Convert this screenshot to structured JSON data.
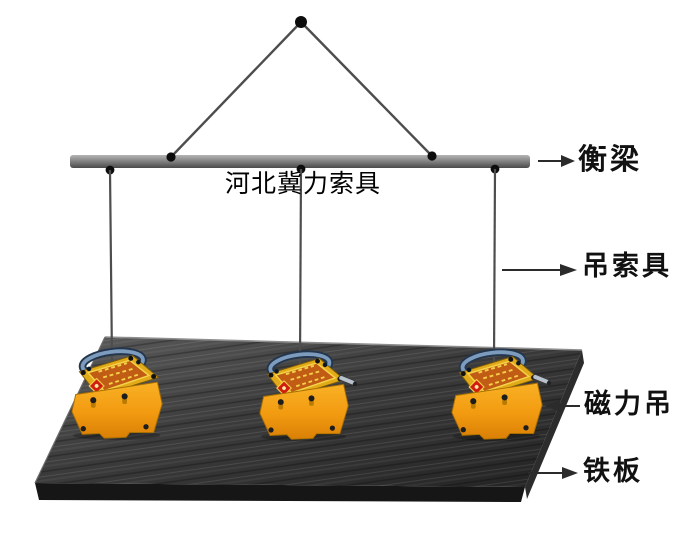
{
  "watermark": {
    "text": "河北冀力索具"
  },
  "callouts": {
    "beam": {
      "label": "衡梁"
    },
    "sling": {
      "label": "吊索具"
    },
    "lifter": {
      "label": "磁力吊"
    },
    "plate": {
      "label": "铁板"
    }
  },
  "icons": {
    "hook_point": "black-dot-hook-point",
    "sling_lines": "triangle-sling-lines",
    "magnetic_lifter": "orange-magnetic-lifter",
    "steel_plate": "dark-steel-plate",
    "balance_beam": "gray-balance-beam"
  },
  "colors": {
    "background": "#ffffff",
    "beam_gray": "#8a8a8a",
    "cable_gray": "#4d4d4d",
    "plate_dark": "#3c3c3c",
    "lifter_orange": "#f29a10",
    "lifter_top_yellow": "#e2aa18",
    "label_panel_orange": "#c05c14",
    "shackle_blue": "#7d9cbd",
    "diamond_red": "#d01f10",
    "callout_text": "#111111"
  }
}
